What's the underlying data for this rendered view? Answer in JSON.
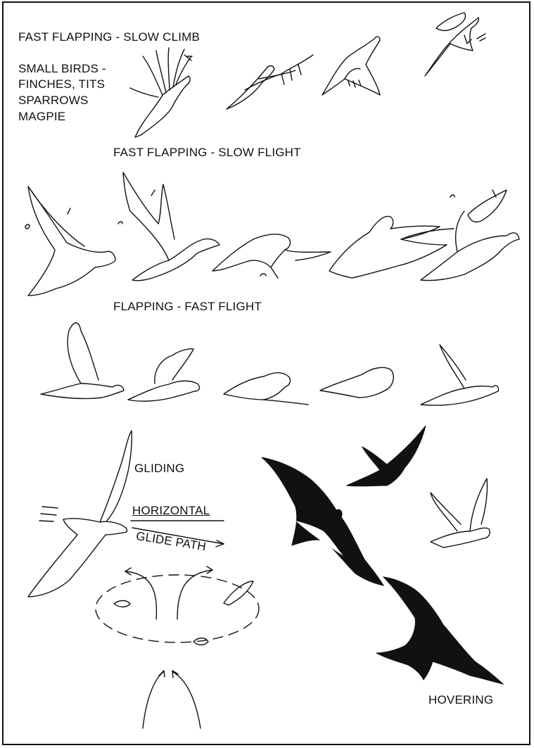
{
  "labels": {
    "fast_flapping_slow_climb": "FAST FLAPPING - SLOW CLIMB",
    "small_birds_1": "SMALL BIRDS -",
    "small_birds_2": "FINCHES, TITS",
    "small_birds_3": "SPARROWS",
    "small_birds_4": "MAGPIE",
    "fast_flapping_slow_flight": "FAST FLAPPING - SLOW FLIGHT",
    "flapping_fast_flight": "FLAPPING - FAST FLIGHT",
    "gliding": "GLIDING",
    "horizontal": "HORIZONTAL",
    "glide_path": "GLIDE PATH",
    "hovering": "HOVERING"
  },
  "colors": {
    "ink": "#111111",
    "paper": "#ffffff"
  }
}
